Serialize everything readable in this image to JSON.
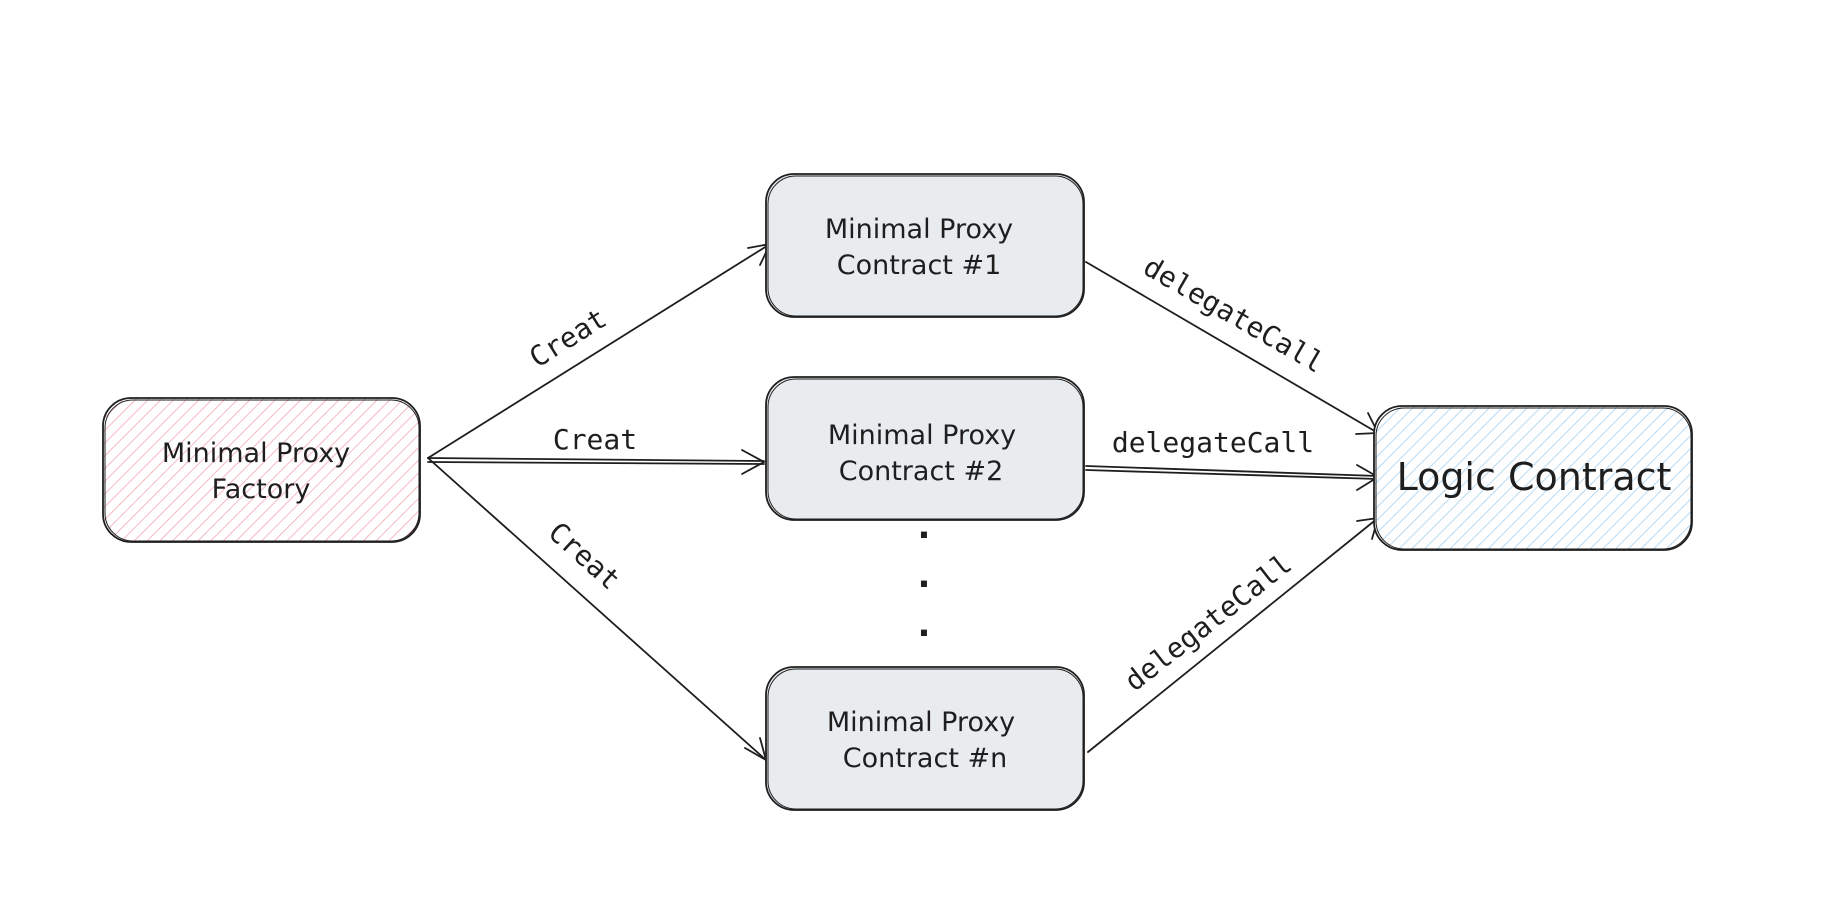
{
  "nodes": {
    "factory": {
      "line1": "Minimal Proxy",
      "line2": "Factory",
      "hatch_color": "#f4a7b3"
    },
    "proxy1": {
      "line1": "Minimal Proxy",
      "line2": "Contract #1",
      "fill": "#e9ecef"
    },
    "proxy2": {
      "line1": "Minimal Proxy",
      "line2": "Contract #2",
      "fill": "#e9ecef"
    },
    "proxyn": {
      "line1": "Minimal Proxy",
      "line2": "Contract #n",
      "fill": "#e9ecef"
    },
    "logic": {
      "label": "Logic Contract",
      "hatch_color": "#a5d0f0"
    }
  },
  "edges": {
    "create1": "Creat",
    "create2": "Creat",
    "createn": "Creat",
    "delegate1": "delegateCall",
    "delegate2": "delegateCall",
    "delegaten": "delegateCall"
  },
  "ellipsis": ".",
  "colors": {
    "stroke": "#1e1e1e",
    "background": "#ffffff"
  }
}
